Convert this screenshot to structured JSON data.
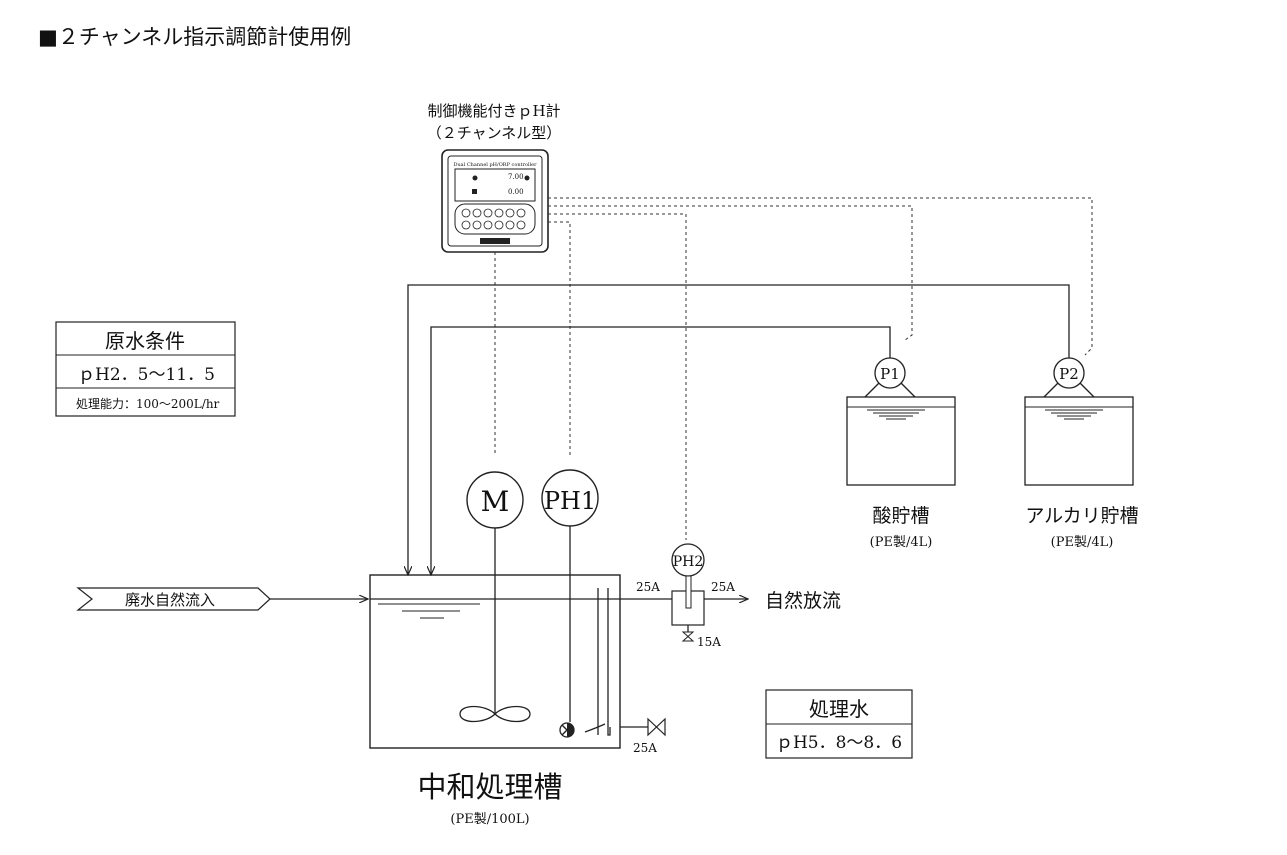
{
  "title": "■２チャンネル指示調節計使用例",
  "controller": {
    "label_line1": "制御機能付きｐH計",
    "label_line2": "（２チャンネル型）",
    "panel_text": "Dual Channel pH/ORP controller",
    "display_value1": "7.00",
    "display_value2": "0.00"
  },
  "raw_water_table": {
    "header": "原水条件",
    "ph_range": "ｐH2．5～11．5",
    "capacity": "処理能力：100～200L/hr"
  },
  "treated_water_table": {
    "header": "処理水",
    "ph_range": "ｐH5．8～8．6"
  },
  "instruments": {
    "mixer": "M",
    "ph1": "PH1",
    "ph2": "PH2",
    "pump1": "P1",
    "pump2": "P2"
  },
  "tanks": {
    "acid_name": "酸貯槽",
    "acid_spec": "(PE製/4L)",
    "alkali_name": "アルカリ貯槽",
    "alkali_spec": "(PE製/4L)",
    "main_name": "中和処理槽",
    "main_spec": "(PE製/100L)"
  },
  "flows": {
    "inlet": "廃水自然流入",
    "outlet": "自然放流",
    "pipe_25a_left": "25A",
    "pipe_25a_right": "25A",
    "pipe_15a": "15A",
    "pipe_25a_drain": "25A"
  }
}
